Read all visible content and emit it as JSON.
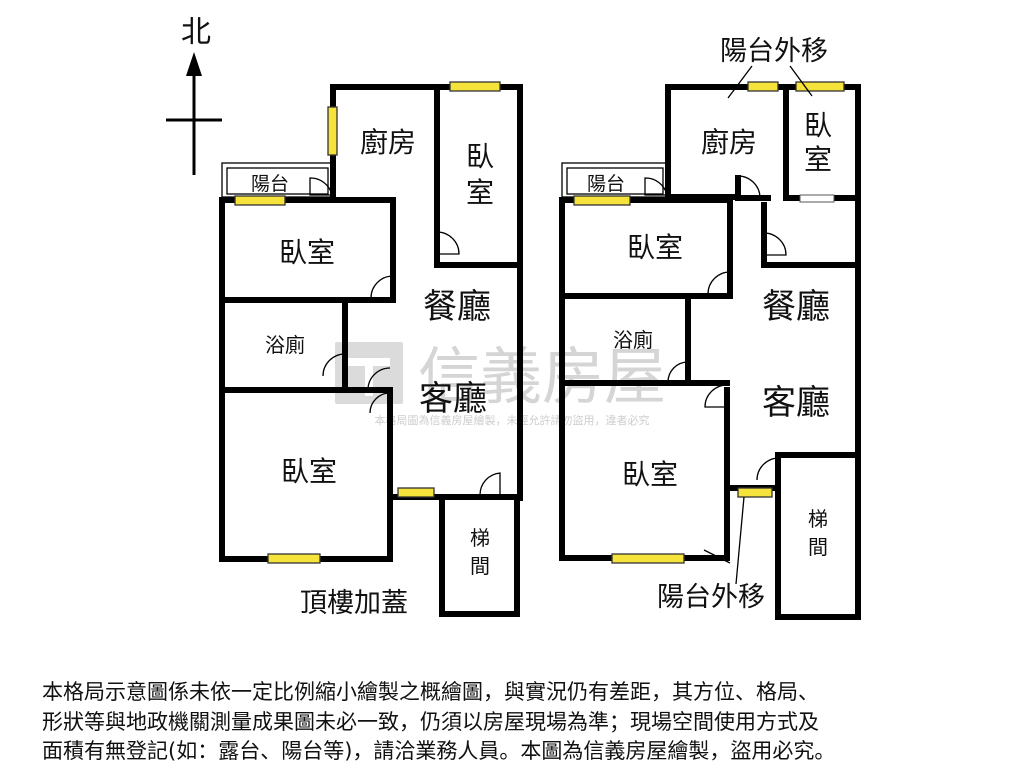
{
  "compass": {
    "north_label": "北"
  },
  "plan_left": {
    "caption": "頂樓加蓋",
    "rooms": {
      "kitchen": "廚房",
      "bedroom_ne": "臥\n室",
      "balcony": "陽台",
      "bedroom_w": "臥室",
      "dining": "餐廳",
      "bathroom": "浴廁",
      "living": "客廳",
      "bedroom_sw": "臥室",
      "stairs": "梯\n間"
    }
  },
  "plan_right": {
    "note_top": "陽台外移",
    "note_bottom": "陽台外移",
    "rooms": {
      "kitchen": "廚房",
      "bedroom_ne": "臥\n室",
      "balcony": "陽台",
      "bedroom_w": "臥室",
      "dining": "餐廳",
      "bathroom": "浴廁",
      "living": "客廳",
      "bedroom_sw": "臥室",
      "stairs": "梯\n間"
    }
  },
  "watermark": {
    "brand": "信義房屋",
    "notice": "本格局圖為信義房屋繪製，未經允許請勿盜用，違者必究"
  },
  "disclaimer": {
    "line1": "本格局示意圖係未依一定比例縮小繪製之概繪圖，與實況仍有差距，其方位、格局、",
    "line2": "形狀等與地政機關測量成果圖未必一致，仍須以房屋現場為準；現場空間使用方式及",
    "line3": "面積有無登記(如：露台、陽台等)，請洽業務人員。本圖為信義房屋繪製，盜用必究。"
  }
}
